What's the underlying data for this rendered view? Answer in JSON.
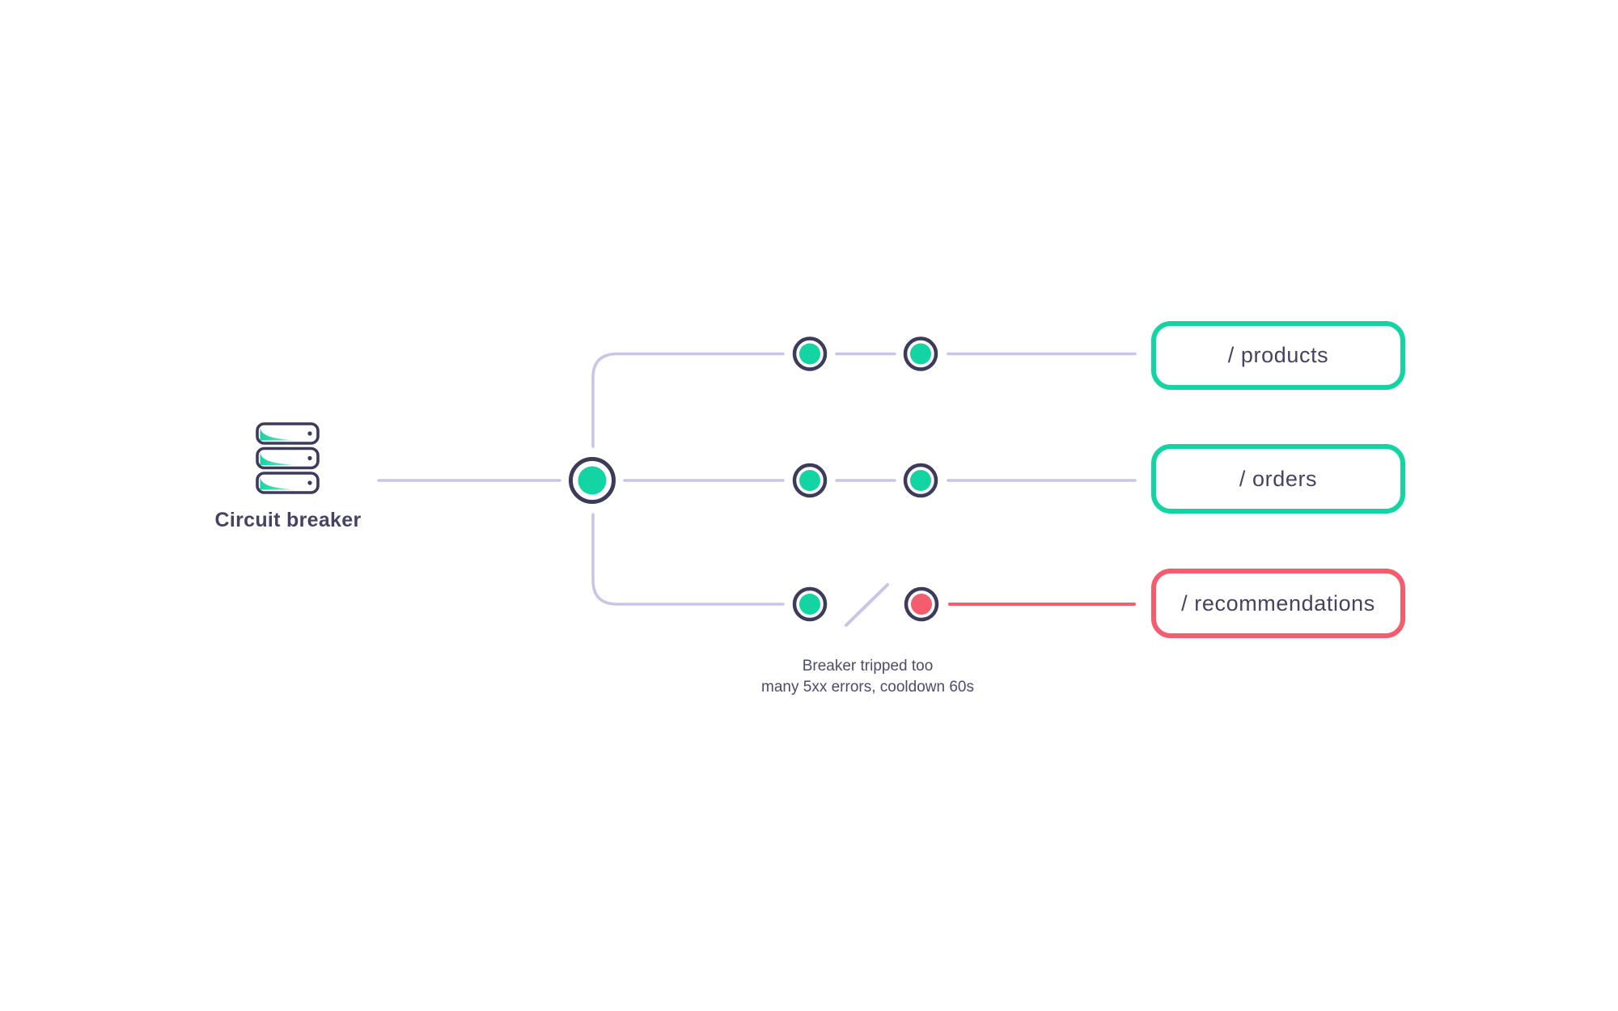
{
  "colors": {
    "teal": "#13d5a3",
    "coral": "#f55c6e",
    "navy": "#3d3b5c",
    "lavender": "#c9c4e8",
    "text": "#454363",
    "caption": "#4d4b6e"
  },
  "source": {
    "label": "Circuit breaker",
    "icon": "server-stack-icon"
  },
  "routes": [
    {
      "label": "/ products",
      "state": "closed",
      "border_color": "#13d5a3"
    },
    {
      "label": "/ orders",
      "state": "closed",
      "border_color": "#13d5a3"
    },
    {
      "label": "/ recommendations",
      "state": "open",
      "border_color": "#f55c6e"
    }
  ],
  "breaker_note": {
    "line1": "Breaker tripped too",
    "line2": "many 5xx errors, cooldown 60s"
  }
}
